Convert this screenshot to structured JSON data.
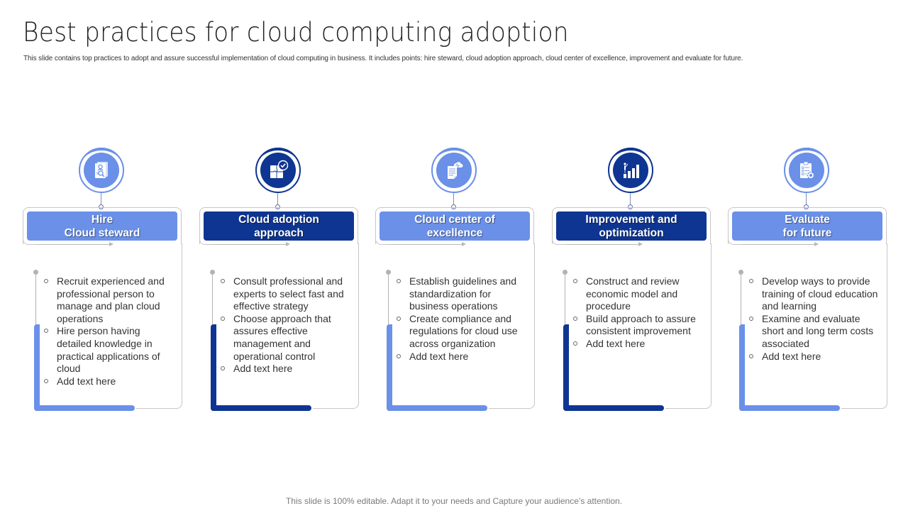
{
  "slide": {
    "title": "Best practices for cloud computing adoption",
    "subtitle": "This slide contains top practices to adopt and assure successful implementation of cloud computing in business. It includes points: hire steward, cloud adoption approach, cloud center of excellence, improvement and evaluate for future.",
    "footer": "This slide is 100% editable. Adapt it to your needs and Capture your audience’s attention."
  },
  "colors": {
    "light_accent": "#6a90e8",
    "dark_accent": "#0e3591",
    "outline": "#c9c4c4",
    "text": "#333333"
  },
  "cards": [
    {
      "icon": "resume-search-icon",
      "style": "light",
      "header": "Hire\nCloud steward",
      "bullets": [
        "Recruit experienced and professional person to manage and plan cloud operations",
        "Hire person having detailed knowledge in practical applications of cloud",
        "Add text here"
      ]
    },
    {
      "icon": "puzzle-check-icon",
      "style": "dark",
      "header": "Cloud adoption\napproach",
      "bullets": [
        "Consult professional and experts to select fast and effective strategy",
        "Choose approach that assures effective management and operational  control",
        "Add text here"
      ]
    },
    {
      "icon": "cloud-document-icon",
      "style": "light",
      "header": "Cloud center of\nexcellence",
      "bullets": [
        "Establish guidelines and standardization for business operations",
        " Create compliance and regulations for cloud use across organization",
        "Add text here"
      ]
    },
    {
      "icon": "growth-chart-icon",
      "style": "dark",
      "header": "Improvement and\noptimization",
      "bullets": [
        "Construct and review economic model and procedure",
        "Build approach to assure consistent improvement",
        "Add text here"
      ]
    },
    {
      "icon": "clipboard-gear-icon",
      "style": "light",
      "header": "Evaluate\nfor future",
      "bullets": [
        "Develop ways to provide training of cloud education and learning",
        "Examine and evaluate short and long term costs associated",
        "Add text here"
      ]
    }
  ]
}
